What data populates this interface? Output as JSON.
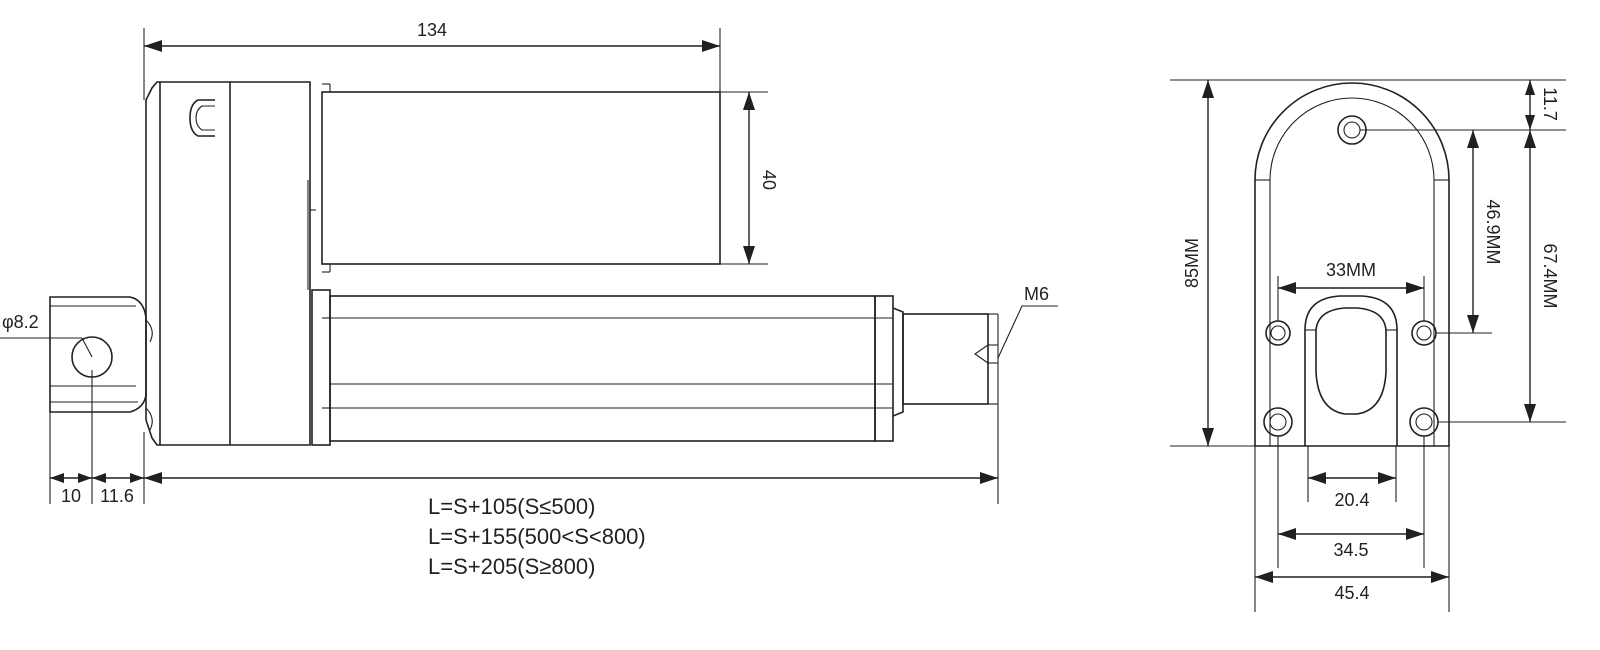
{
  "side_view": {
    "overall_length": "134",
    "motor_diameter": "40",
    "hole_diameter": "φ8.2",
    "rear_offset_a": "10",
    "rear_offset_b": "11.6",
    "thread": "M6",
    "length_formulas": [
      "L=S+105(S≤500)",
      "L=S+155(500<S<800)",
      "L=S+205(S≥800)"
    ]
  },
  "end_view": {
    "height": "85MM",
    "top_offset": "11.7",
    "hole_spacing_vertical": "46.9MM",
    "hole_span_vertical": "67.4MM",
    "hole_spacing_horizontal": "33MM",
    "center_width": "20.4",
    "bottom_hole_spacing": "34.5",
    "total_width": "45.4"
  }
}
